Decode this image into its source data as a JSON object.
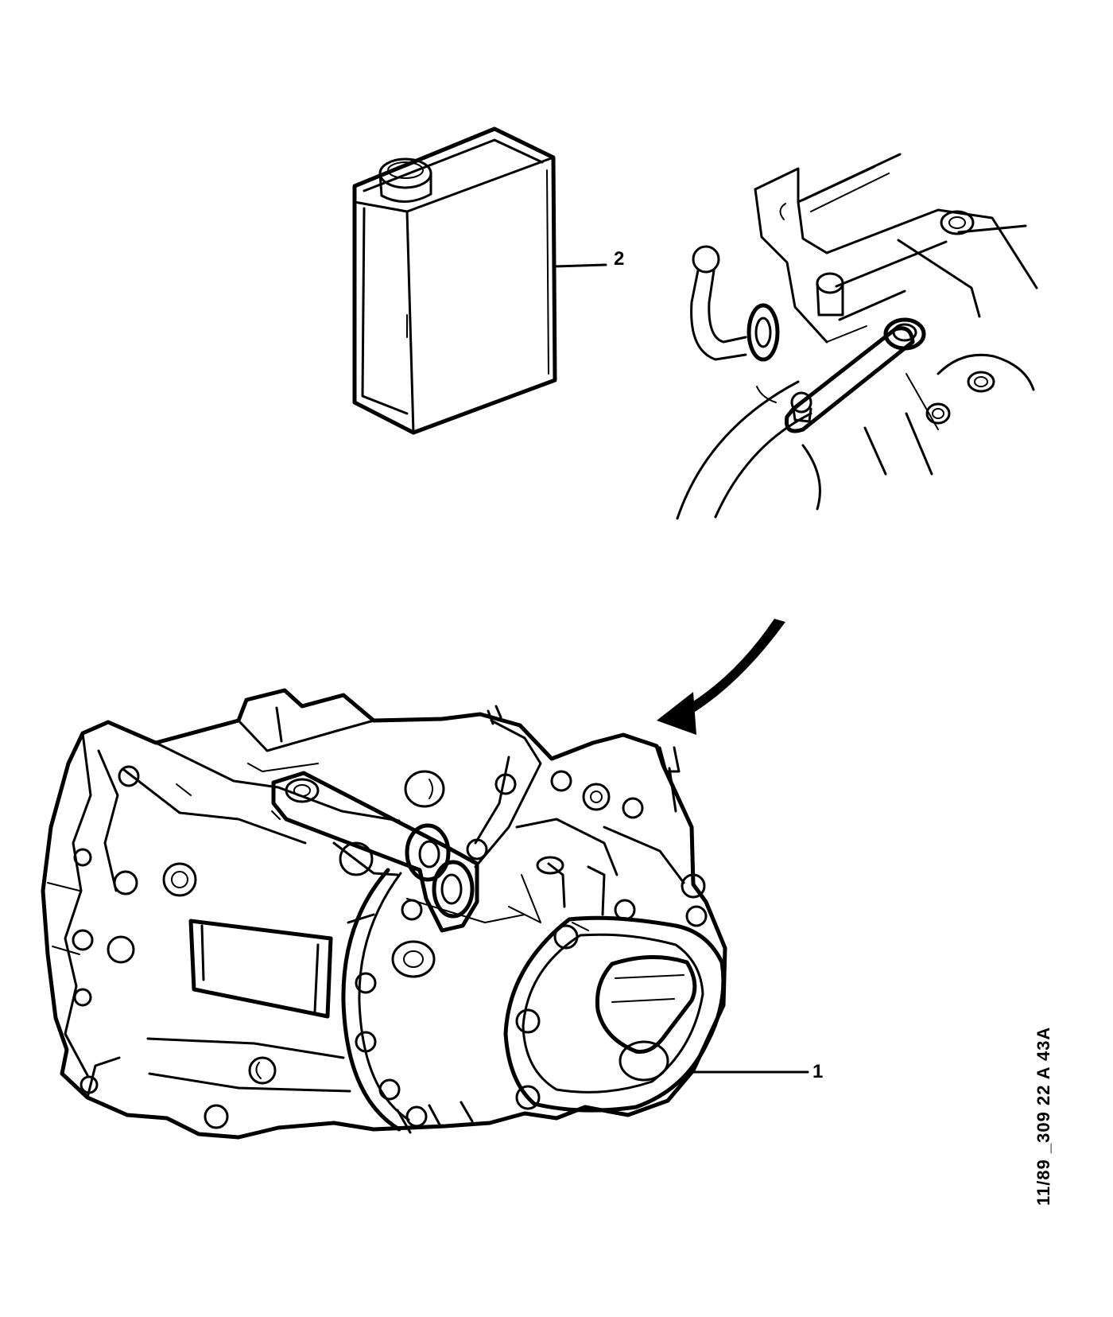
{
  "diagram": {
    "callouts": [
      {
        "id": "1",
        "label": "1",
        "part": "gearbox-assembly"
      },
      {
        "id": "2",
        "label": "2",
        "part": "oil-can"
      }
    ],
    "reference_code": "11/89 _309 22 A 43A"
  }
}
